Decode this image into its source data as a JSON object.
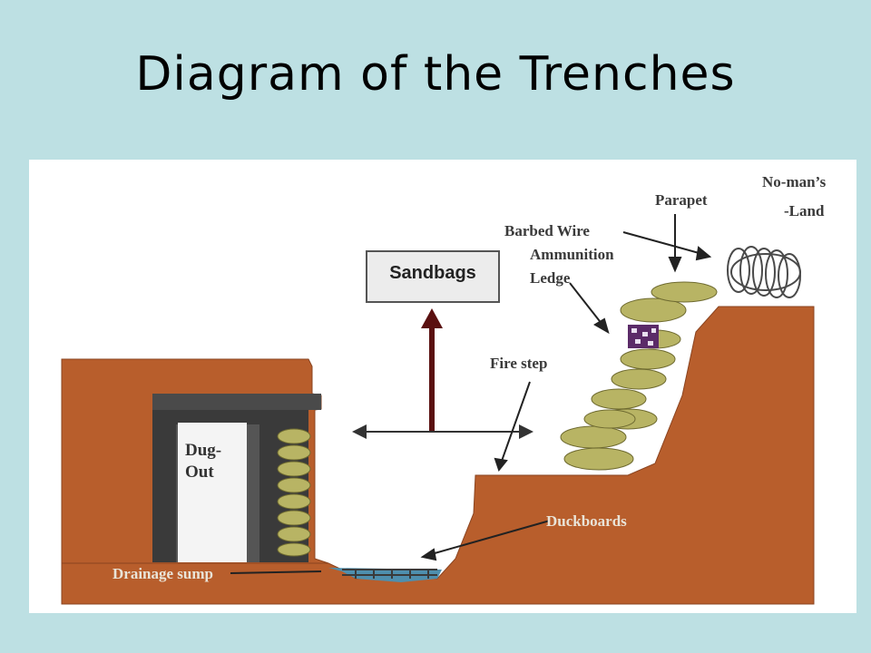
{
  "title": "Diagram of the Trenches",
  "labels": {
    "no_mans_1": "No-man’s",
    "no_mans_2": "-Land",
    "parapet": "Parapet",
    "barbed_wire": "Barbed Wire",
    "ammunition": "Ammunition",
    "ledge": "Ledge",
    "sandbags": "Sandbags",
    "fire_step": "Fire step",
    "dug_out_1": "Dug-",
    "dug_out_2": "Out",
    "duckboards": "Duckboards",
    "drainage_sump": "Drainage sump"
  },
  "colors": {
    "background": "#bde0e3",
    "earth": "#b85e2c",
    "sandbag": "#b8b464",
    "dugout_frame": "#3a3a3a",
    "arrow_dark": "#5a1010"
  }
}
